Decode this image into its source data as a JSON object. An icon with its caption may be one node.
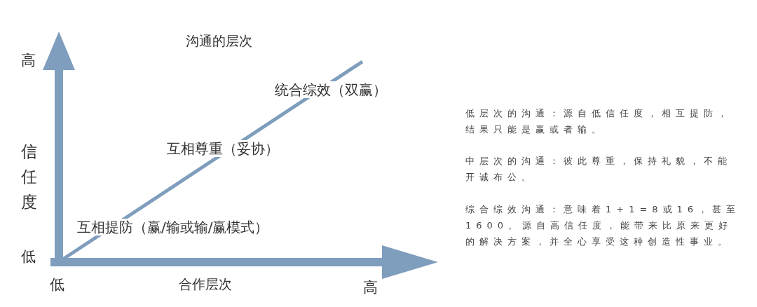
{
  "diagram": {
    "title": "沟通的层次",
    "labels": [
      "高",
      "统合综效（双赢）",
      "信任度",
      "互相尊重（妥协）",
      "互相提防（赢/输或输/赢模式）",
      "低",
      "低",
      "合作层次",
      "高",
      "低层次的沟通：源自低信任度，相互提防，结果只能是赢或者输。",
      "中层次的沟通：彼此尊重，保持礼貌，不能开诚布公。",
      "综合综效沟通：意味着1+1=8或16，甚至1600。源自高信任度，能带来比原来更好的解决方案，并全心享受这种创造性事业。"
    ]
  }
}
